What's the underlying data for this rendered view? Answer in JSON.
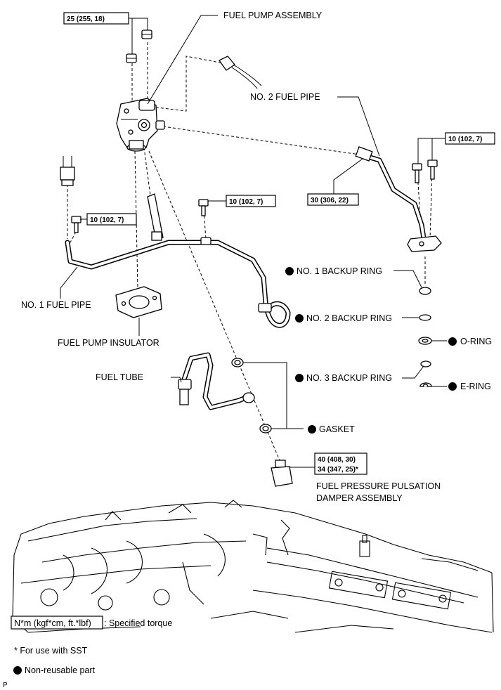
{
  "labels": {
    "fuel_pump_assembly": "FUEL PUMP ASSEMBLY",
    "no2_fuel_pipe": "NO. 2 FUEL PIPE",
    "no1_fuel_pipe": "NO. 1 FUEL PIPE",
    "fuel_pump_insulator": "FUEL PUMP INSULATOR",
    "no1_backup_ring": "NO. 1 BACKUP RING",
    "no2_backup_ring": "NO. 2 BACKUP RING",
    "o_ring": "O-RING",
    "no3_backup_ring": "NO. 3 BACKUP RING",
    "e_ring": "E-RING",
    "fuel_tube": "FUEL TUBE",
    "gasket": "GASKET",
    "damper_line1": "FUEL PRESSURE PULSATION",
    "damper_line2": "DAMPER ASSEMBLY"
  },
  "torques": {
    "pump_nuts": "25 (255, 18)",
    "no2_pipe_bolts": "10 (102, 7)",
    "no2_pipe_union": "30 (306, 22)",
    "no1_pipe_bolt_center": "10 (102, 7)",
    "no1_pipe_bolt_left": "10 (102, 7)",
    "damper_line1": "40 (408, 30)",
    "damper_line2": "34 (347, 25)*"
  },
  "legend": {
    "torque_unit": "N*m (kgf*cm, ft.*lbf)",
    "torque_desc": ": Specified torque",
    "sst_note": "* For use with SST",
    "non_reusable": "Non-reusable part"
  },
  "corner_code": "P",
  "icons": {
    "non_reusable_marker": "filled-circle-icon"
  }
}
